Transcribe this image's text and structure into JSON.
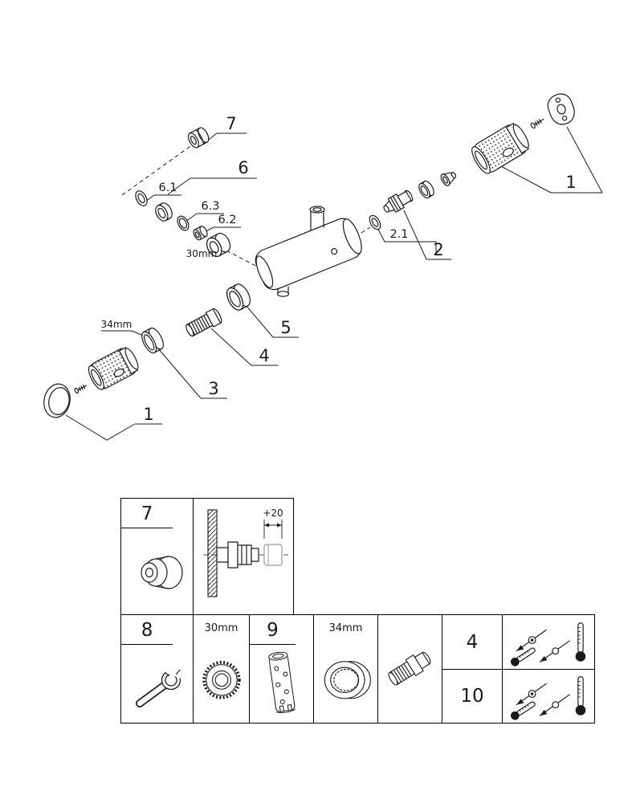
{
  "meta": {
    "ink": "#1a1a1a",
    "paper": "#ffffff"
  },
  "exploded_view": {
    "callouts": {
      "n7": "7",
      "n6": "6",
      "n6_1": "6.1",
      "n6_3": "6.3",
      "n6_2": "6.2",
      "size_30mm": "30mm",
      "n2_1": "2.1",
      "n2": "2",
      "n1_right": "1",
      "n5": "5",
      "n4": "4",
      "n3": "3",
      "size_34mm": "34mm",
      "n1_left": "1"
    }
  },
  "parts_table": {
    "part7_num": "7",
    "install_dim": "+20",
    "part8_num": "8",
    "nut_size": "30mm",
    "part9_num": "9",
    "ring_size": "34mm",
    "part4_num": "4",
    "part10_num": "10"
  }
}
